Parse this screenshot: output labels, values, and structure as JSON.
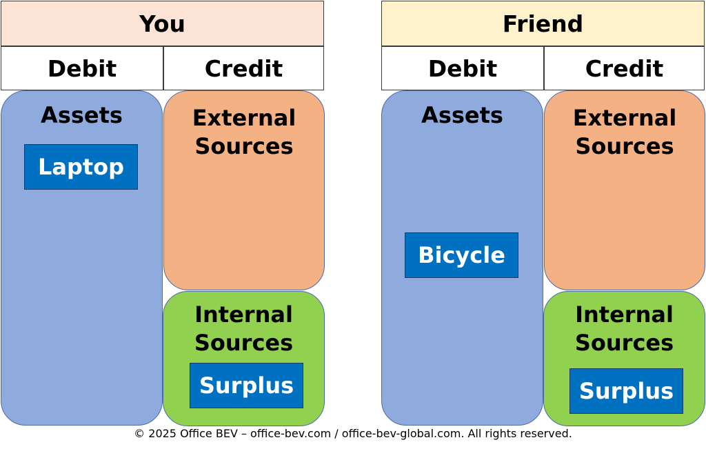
{
  "panels": [
    {
      "title": "You",
      "debit_label": "Debit",
      "credit_label": "Credit",
      "assets": {
        "label": "Assets",
        "item": "Laptop"
      },
      "external": {
        "label_line1": "External",
        "label_line2": "Sources"
      },
      "internal": {
        "label_line1": "Internal",
        "label_line2": "Sources",
        "item": "Surplus"
      }
    },
    {
      "title": "Friend",
      "debit_label": "Debit",
      "credit_label": "Credit",
      "assets": {
        "label": "Assets",
        "item": "Bicycle"
      },
      "external": {
        "label_line1": "External",
        "label_line2": "Sources"
      },
      "internal": {
        "label_line1": "Internal",
        "label_line2": "Sources",
        "item": "Surplus"
      }
    }
  ],
  "footer": "© 2025 Office BEV – office-bev.com / office-bev-global.com. All rights reserved.",
  "colors": {
    "you_header": "#fbe4d6",
    "friend_header": "#fdf2cb",
    "assets": "#8faadc",
    "external_sources": "#f4b183",
    "internal_sources": "#92d050",
    "item_chip": "#0070c0"
  }
}
